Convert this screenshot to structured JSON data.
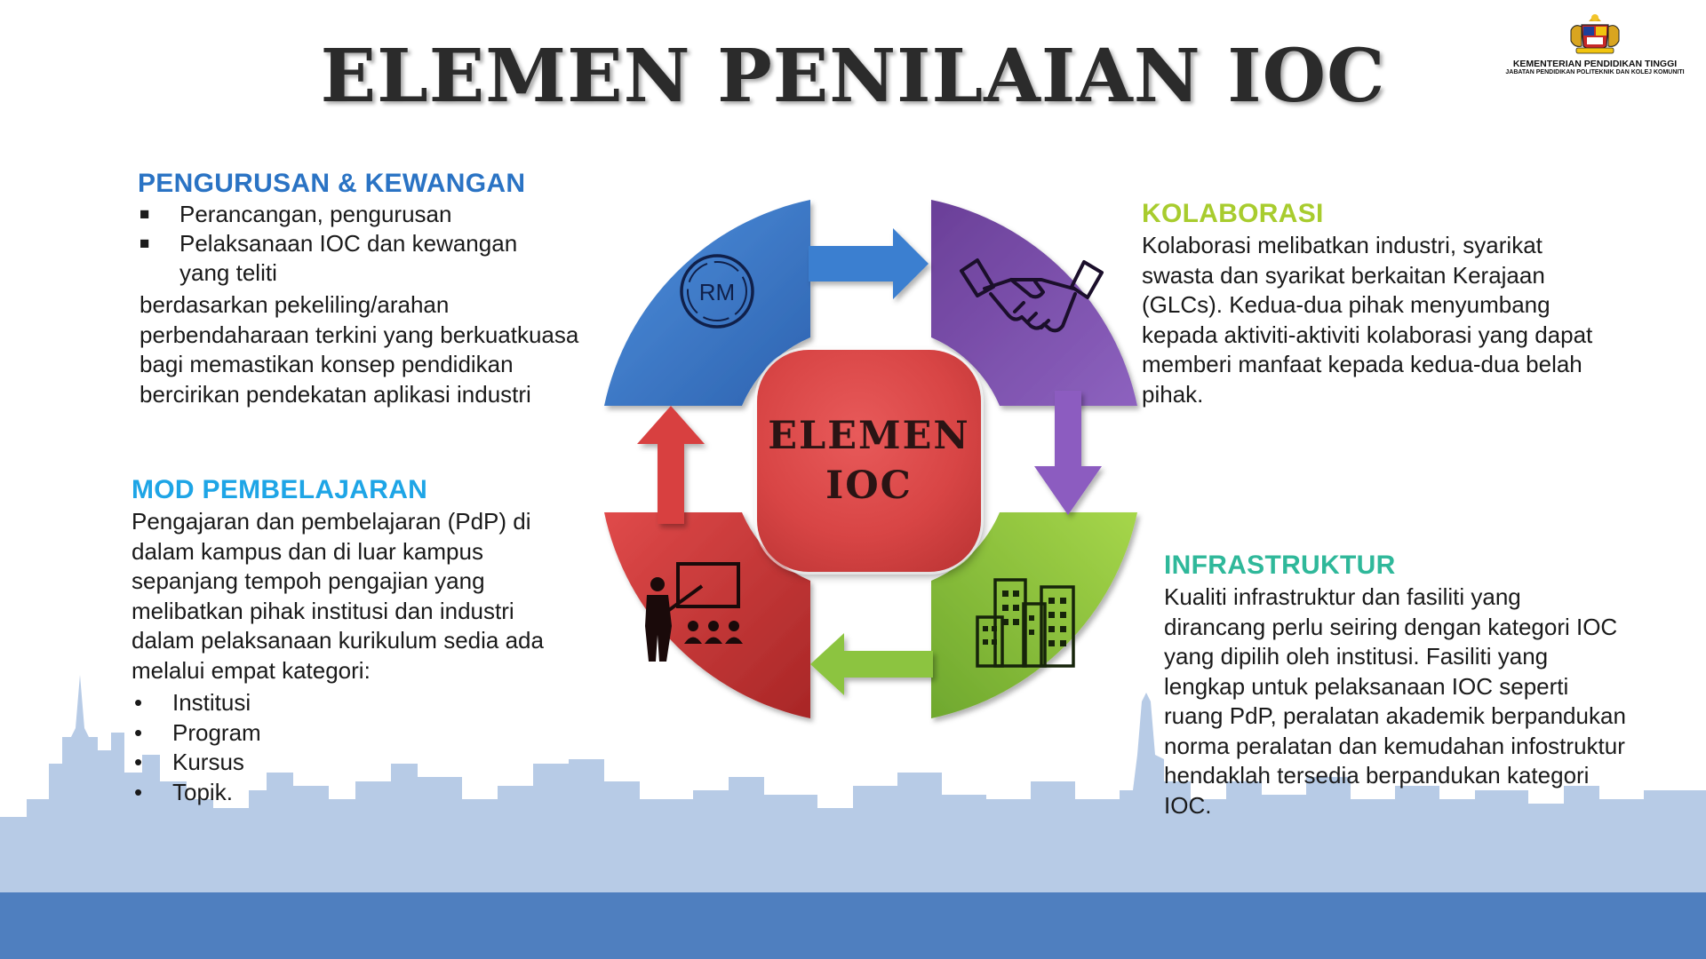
{
  "title": "ELEMEN PENILAIAN IOC",
  "logo": {
    "line1": "KEMENTERIAN PENDIDIKAN TINGGI",
    "line2": "JABATAN PENDIDIKAN POLITEKNIK DAN KOLEJ KOMUNITI"
  },
  "center": {
    "line1": "ELEMEN",
    "line2": "IOC"
  },
  "quadrant_icons": {
    "top_left": "rm-coin-icon",
    "top_right": "handshake-icon",
    "bottom_right": "buildings-icon",
    "bottom_left": "presentation-icon"
  },
  "colors": {
    "blue_quadrant": "#3a78c8",
    "purple_quadrant": "#7a4fa8",
    "green_quadrant": "#8cc43f",
    "red_quadrant": "#cf3b3b",
    "footer": "#4f7fbf",
    "skyline": "#b7cbe6"
  },
  "pengurusan": {
    "heading": "PENGURUSAN & KEWANGAN",
    "bullets": [
      "Perancangan, pengurusan",
      "Pelaksanaan IOC dan kewangan yang teliti"
    ],
    "body": "berdasarkan pekeliling/arahan perbendaharaan terkini yang berkuatkuasa bagi memastikan konsep pendidikan bercirikan pendekatan aplikasi industri"
  },
  "mod": {
    "heading": "MOD PEMBELAJARAN",
    "body": "Pengajaran dan pembelajaran (PdP) di dalam kampus dan di luar kampus sepanjang tempoh pengajian yang melibatkan pihak institusi dan industri dalam pelaksanaan kurikulum sedia ada melalui empat kategori:",
    "items": [
      "Institusi",
      "Program",
      "Kursus",
      "Topik."
    ]
  },
  "kolaborasi": {
    "heading": "KOLABORASI",
    "body": "Kolaborasi melibatkan industri, syarikat swasta dan syarikat berkaitan Kerajaan (GLCs). Kedua-dua pihak menyumbang kepada aktiviti-aktiviti kolaborasi yang dapat memberi manfaat kepada kedua-dua belah pihak."
  },
  "infrastruktur": {
    "heading": "INFRASTRUKTUR",
    "body": "Kualiti infrastruktur dan fasiliti yang dirancang perlu seiring dengan kategori IOC yang dipilih oleh institusi. Fasiliti yang lengkap untuk pelaksanaan IOC seperti ruang PdP, peralatan akademik berpandukan norma peralatan dan kemudahan infostruktur hendaklah tersedia berpandukan kategori IOC."
  }
}
